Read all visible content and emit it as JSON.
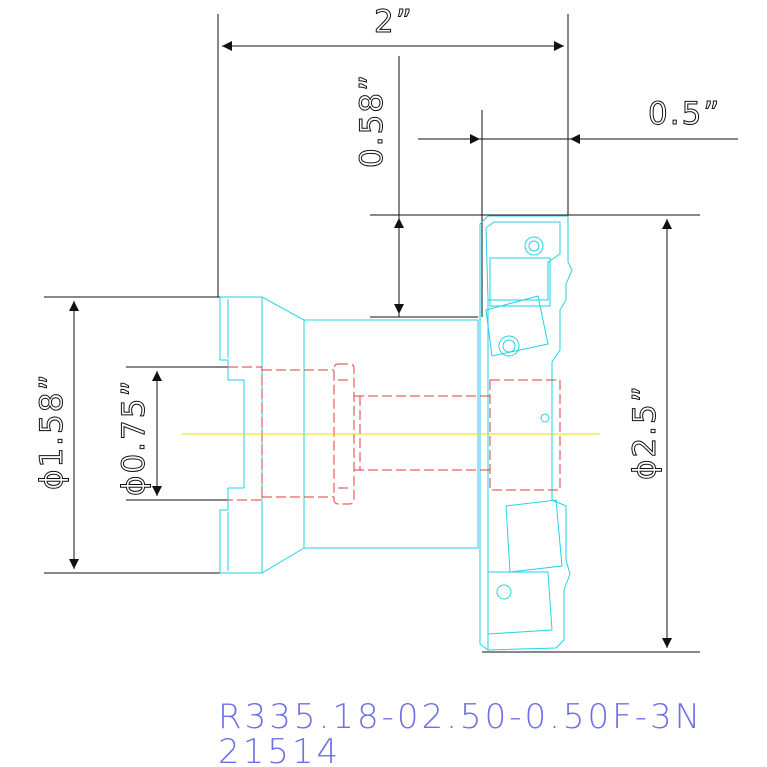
{
  "drawing": {
    "dimensions": {
      "overall_length": "2”",
      "thickness": "0.58”",
      "insert_width": "0.5”",
      "shank_diameter": "ϕ1.58”",
      "bore_diameter": "ϕ0.75”",
      "cutting_diameter": "ϕ2.5”"
    },
    "part_number": "R335.18-02.50-0.50F-3N",
    "catalog_number": "21514"
  },
  "colors": {
    "outline": "#22d3e6",
    "hidden": "#e23b3b",
    "center": "#e0e000",
    "dimension": "#111111",
    "text": "#6f6fe6"
  }
}
